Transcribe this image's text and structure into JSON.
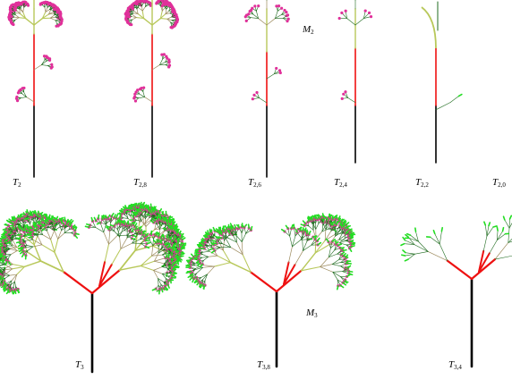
{
  "figure": {
    "trees": [
      {
        "id": "T2",
        "label_main": "T",
        "label_sub": "2",
        "depth": 5,
        "red_nodes": 2,
        "bend": 0.0,
        "tilt": 0.0,
        "flowers": true,
        "leaves": false
      },
      {
        "id": "T2_8",
        "label_main": "T",
        "label_sub": "2,8",
        "depth": 5,
        "red_nodes": 2,
        "bend": 0.0,
        "tilt": 0.0,
        "flowers": true,
        "leaves": false
      },
      {
        "id": "T2_6",
        "label_main": "T",
        "label_sub": "2,6",
        "depth": 3,
        "red_nodes": 1,
        "bend": 0.0,
        "tilt": 0.0,
        "flowers": true,
        "leaves": false
      },
      {
        "id": "T2_4",
        "label_main": "T",
        "label_sub": "2,4",
        "depth": 2,
        "red_nodes": 1,
        "bend": 0.0,
        "tilt": 0.0,
        "flowers": true,
        "leaves": false
      },
      {
        "id": "T2_2",
        "label_main": "T",
        "label_sub": "2,2",
        "depth": 1,
        "red_nodes": 1,
        "bend": 1.0,
        "tilt": 0.0,
        "flowers": false,
        "leaves": true
      },
      {
        "id": "T2_0",
        "label_main": "T",
        "label_sub": "2,0",
        "depth": 0,
        "red_nodes": 0,
        "bend": 0.0,
        "tilt": 0.0,
        "flowers": false,
        "leaves": false
      },
      {
        "id": "T3",
        "label_main": "T",
        "label_sub": "3",
        "depth": 6,
        "red_nodes": 2,
        "bend": 0.0,
        "tilt": 0.0,
        "flowers": true,
        "leaves": true
      },
      {
        "id": "T3_8",
        "label_main": "T",
        "label_sub": "3,8",
        "depth": 5,
        "red_nodes": 2,
        "bend": 0.0,
        "tilt": 0.0,
        "flowers": true,
        "leaves": true
      },
      {
        "id": "T3_4",
        "label_main": "T",
        "label_sub": "3,4",
        "depth": 3,
        "red_nodes": 2,
        "bend": 0.0,
        "tilt": 0.0,
        "flowers": false,
        "leaves": true
      }
    ],
    "annotations": [
      {
        "id": "M2",
        "main": "M",
        "sub": "2"
      },
      {
        "id": "M3",
        "main": "M",
        "sub": "3"
      }
    ],
    "colors": {
      "trunk": "#000000",
      "main_branch": "#ee1111",
      "branch_mid": "#b8c85a",
      "branch_old": "#9c8a5c",
      "twig": "#1f6b1f",
      "leaf": "#22dd22",
      "flower": "#e0309a",
      "flower_dot": "#ffd0ea"
    }
  }
}
